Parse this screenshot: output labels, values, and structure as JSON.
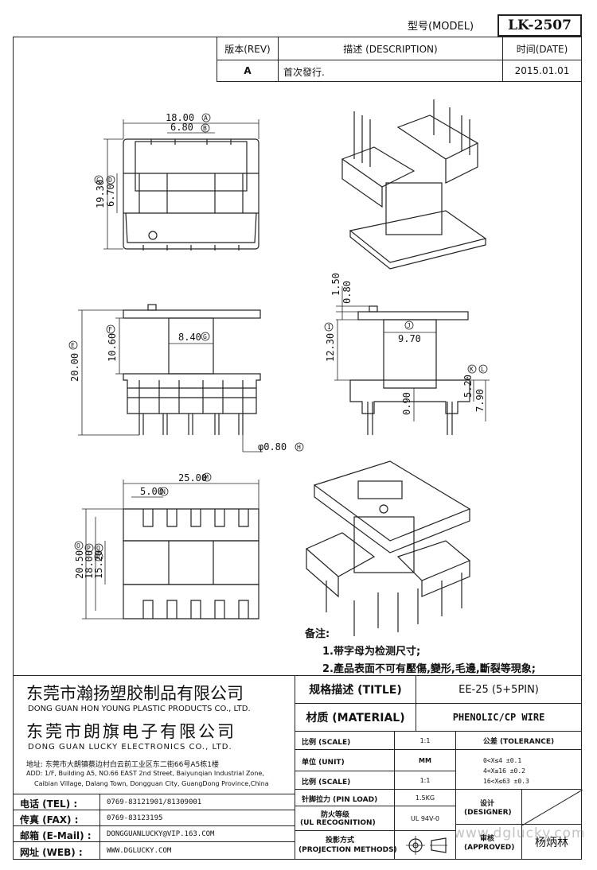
{
  "header": {
    "model_label": "型号(MODEL)",
    "model_value": "LK-2507"
  },
  "revision": {
    "col_rev": "版本(REV)",
    "col_desc": "描述 (DESCRIPTION)",
    "col_date": "时间(DATE)",
    "rev": "A",
    "desc": "首次發行.",
    "date": "2015.01.01"
  },
  "dimensions": {
    "top_width": "18.00",
    "top_inner": "6.80",
    "top_height": "19.30",
    "top_inner_h": "6.70",
    "front_total_h": "20.00",
    "front_upper_h": "10.60",
    "front_core_w": "8.40",
    "pin_dia": "φ0.80",
    "side_top_a": "1.50",
    "side_top_b": "0.80",
    "side_h": "12.30",
    "side_w": "9.70",
    "side_pin_a": "0.90",
    "side_pin_b": "5.20",
    "side_pin_c": "7.90",
    "bottom_w": "25.00",
    "bottom_pitch": "5.00",
    "bottom_h1": "20.50",
    "bottom_h2": "18.00",
    "bottom_h3": "15.20",
    "markers": [
      "A",
      "B",
      "C",
      "D",
      "E",
      "F",
      "G",
      "H",
      "I",
      "J",
      "K",
      "L",
      "M",
      "N",
      "O",
      "P",
      "Q",
      "R"
    ]
  },
  "notes": {
    "title": "备注:",
    "line1": "1.带字母为检测尺寸;",
    "line2": "2.產品表面不可有壓傷,變形,毛邊,斷裂等現象;"
  },
  "company": {
    "name1_cn": "东莞市瀚扬塑胶制品有限公司",
    "name1_en": "DONG GUAN HON YOUNG PLASTIC PRODUCTS CO., LTD.",
    "name2_cn": "东莞市朗旗电子有限公司",
    "name2_en": "DONG GUAN LUCKY ELECTRONICS CO., LTD.",
    "addr_cn": "地址: 东莞市大朗镇蔡边村白云前工业区东二街66号A5栋1楼",
    "addr_en1": "ADD: 1/F, Building A5, NO.66 EAST 2nd Street, Baiyunqian Industrial Zone,",
    "addr_en2": "Caibian Village, Dalang Town, Dongguan City, GuangDong Province,China"
  },
  "contact": {
    "tel_label": "电话 (TEL) :",
    "tel": "0769-83121901/81309001",
    "fax_label": "传真 (FAX) :",
    "fax": "0769-83123195",
    "mail_label": "邮箱 (E-Mail) :",
    "mail": "DONGGUANLUCKY@VIP.163.COM",
    "web_label": "网址 (WEB) :",
    "web": "WWW.DGLUCKY.COM"
  },
  "spec": {
    "title_label": "规格描述 (TITLE)",
    "title_value": "EE-25 (5+5PIN)",
    "material_label": "材质 (MATERIAL)",
    "material_value": "PHENOLIC/CP WIRE",
    "scale_label": "比例 (SCALE)",
    "scale_value": "1:1",
    "unit_label": "单位 (UNIT)",
    "unit_value": "MM",
    "scale2_label": "比例 (SCALE)",
    "scale2_value": "1:1",
    "pin_load_label": "针脚拉力 (PIN LOAD)",
    "pin_load_value": "1.5KG",
    "ul_label1": "防火等级",
    "ul_label2": "(UL RECOGNITION)",
    "ul_value": "UL 94V-0",
    "proj_label1": "投影方式",
    "proj_label2": "(PROJECTION METHODS)",
    "tolerance_label": "公差 (TOLERANCE)",
    "tol1": "0<X≤4    ±0.1",
    "tol2": "4<X≤16   ±0.2",
    "tol3": "16<X≤63  ±0.3",
    "designer_label1": "设计",
    "designer_label2": "(DESIGNER)",
    "approved_label1": "审核",
    "approved_label2": "(APPROVED)",
    "approver": "杨炳林",
    "watermark": "www.dglucky.com"
  }
}
